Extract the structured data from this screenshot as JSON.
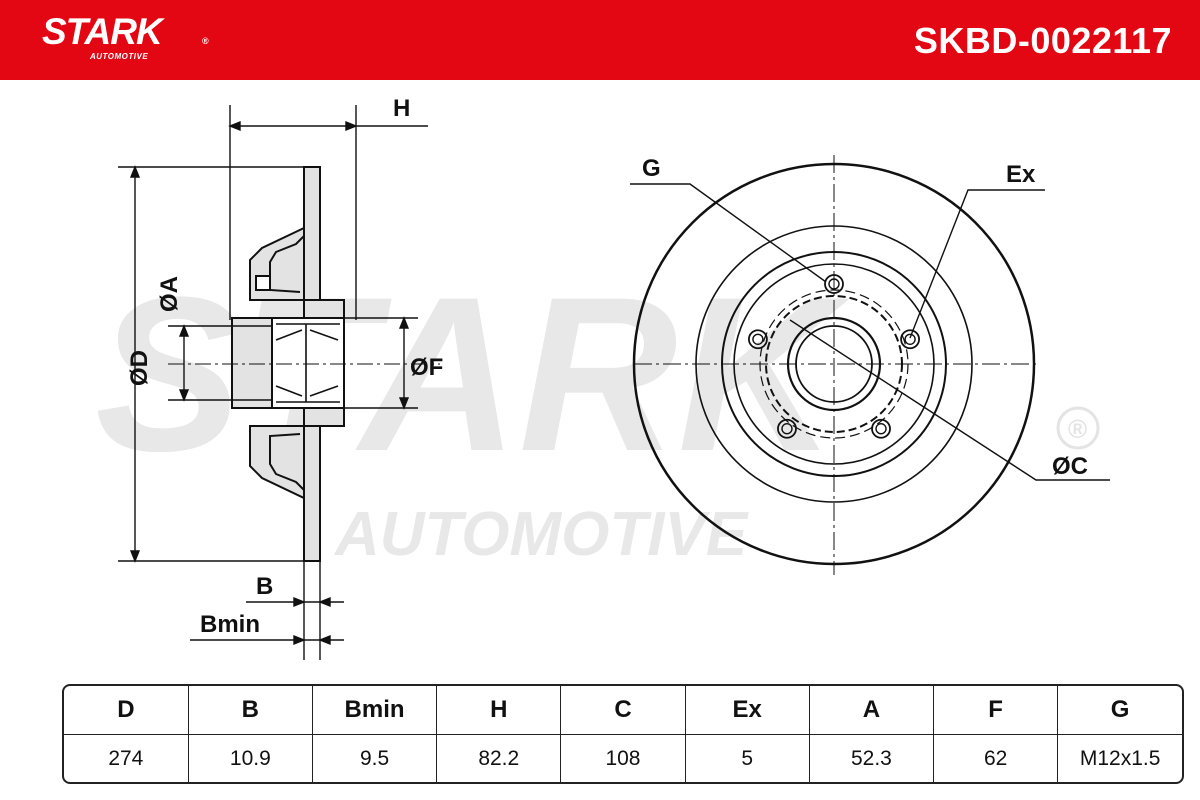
{
  "header": {
    "brand": "STARK",
    "brand_sub": "AUTOMOTIVE",
    "registered_mark": "®",
    "part_number": "SKBD-0022117",
    "accent_color": "#e30613"
  },
  "watermark": {
    "main": "STARK",
    "sub": "AUTOMOTIVE",
    "registered_mark": "®"
  },
  "diagram_labels": {
    "H": "H",
    "A": "ØA",
    "D": "ØD",
    "F": "ØF",
    "B": "B",
    "Bmin": "Bmin",
    "G": "G",
    "Ex": "Ex",
    "C": "ØC"
  },
  "spec_table": {
    "headers": [
      "D",
      "B",
      "Bmin",
      "H",
      "C",
      "Ex",
      "A",
      "F",
      "G"
    ],
    "values": [
      "274",
      "10.9",
      "9.5",
      "82.2",
      "108",
      "5",
      "52.3",
      "62",
      "M12x1.5"
    ]
  }
}
